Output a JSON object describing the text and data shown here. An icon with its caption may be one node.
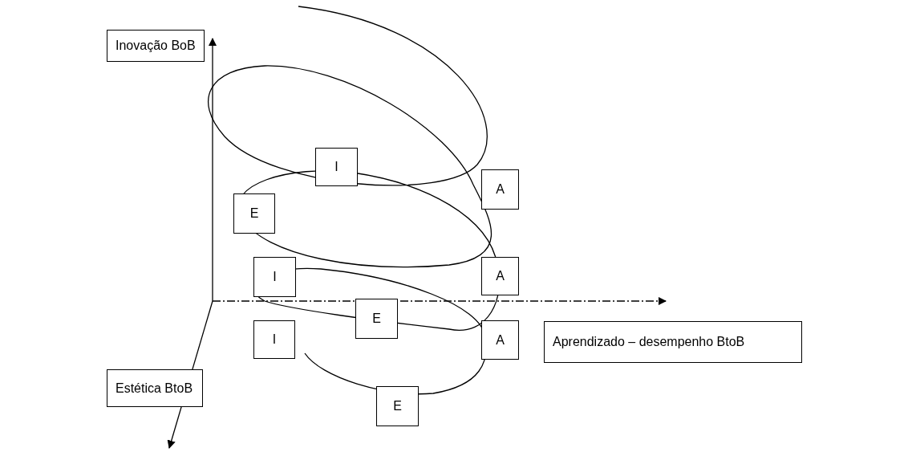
{
  "diagram": {
    "nodes": [
      {
        "text": [
          "Inovação BoB"
        ]
      },
      {
        "text": [
          "I"
        ]
      },
      {
        "text": [
          "A"
        ]
      },
      {
        "text": [
          "E"
        ]
      },
      {
        "text": [
          "I"
        ]
      },
      {
        "text": [
          "A"
        ]
      },
      {
        "text": [
          "E"
        ]
      },
      {
        "text": [
          "I"
        ]
      },
      {
        "text": [
          "A"
        ]
      },
      {
        "text": [
          "Aprendizado – desempenho BtoB"
        ]
      },
      {
        "text": [
          "E"
        ]
      },
      {
        "text": [
          "Estética BtoB"
        ]
      }
    ]
  }
}
